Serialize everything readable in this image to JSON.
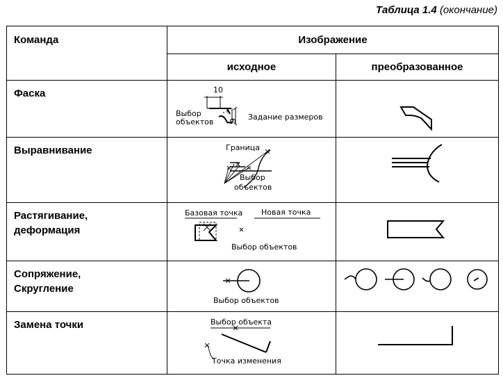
{
  "caption": {
    "title": "Таблица 1.4",
    "note": "(окончание)"
  },
  "header": {
    "command": "Команда",
    "image": "Изображение",
    "source": "исходное",
    "transformed": "преобразованное"
  },
  "rows": [
    {
      "command": [
        "Фаска"
      ],
      "labels": {
        "dim": "10",
        "dim2": "6",
        "select1": "Выбор",
        "select2": "объектов",
        "sizes": "Задание размеров"
      }
    },
    {
      "command": [
        "Выравнивание"
      ],
      "labels": {
        "boundary": "Граница",
        "select1": "Выбор",
        "select2": "объектов"
      }
    },
    {
      "command": [
        "Растягивание,",
        "деформация"
      ],
      "labels": {
        "base": "Базовая точка",
        "new": "Новая точка",
        "select": "Выбор объектов"
      }
    },
    {
      "command": [
        "Сопряжение,",
        "Скругление"
      ],
      "labels": {
        "select": "Выбор объектов"
      }
    },
    {
      "command": [
        "Замена точки"
      ],
      "labels": {
        "select": "Выбор объекта",
        "change": "Точка изменения"
      }
    }
  ]
}
